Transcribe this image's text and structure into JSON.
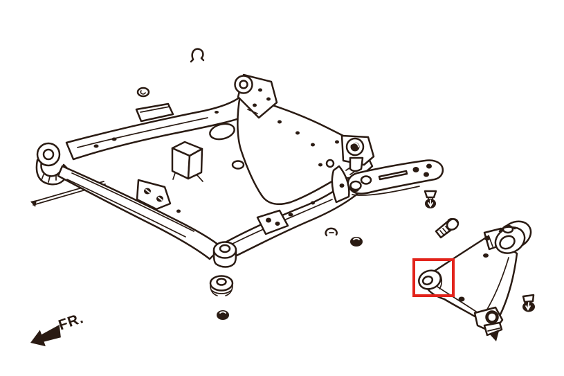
{
  "diagram": {
    "type": "exploded-parts-line-drawing",
    "subject": "front-subframe-crossmember-with-lower-control-arm-and-hardware",
    "background_color": "#ffffff",
    "line_color": "#2a1b13",
    "fr_label": "FR.",
    "annotation": {
      "shape": "rectangle",
      "color": "#e2231b",
      "highlighted_part": "lower-control-arm-front-bushing"
    }
  }
}
